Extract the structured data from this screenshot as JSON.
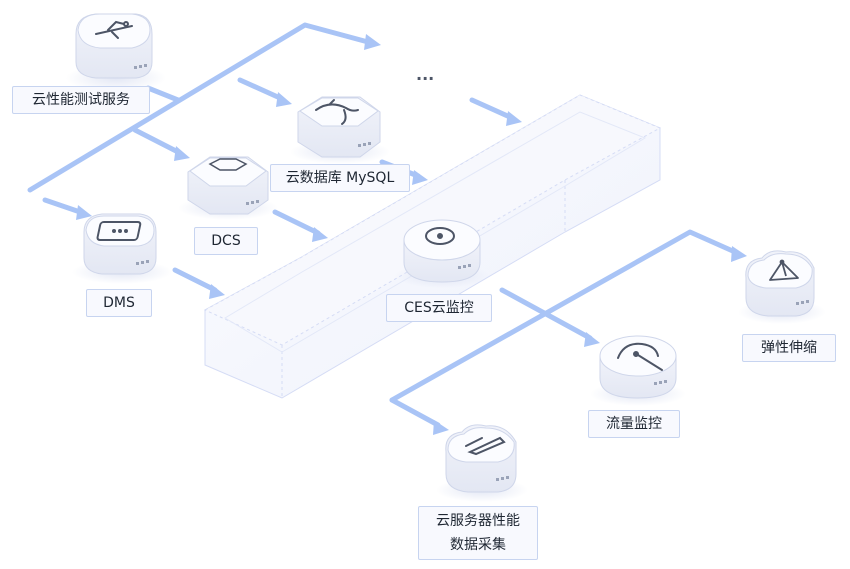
{
  "nodes": {
    "perf_test": {
      "label": "云性能测试服务",
      "icon": "usb-icon"
    },
    "mysql": {
      "label": "云数据库 MySQL",
      "icon": "dolphin-icon"
    },
    "dcs": {
      "label": "DCS",
      "icon": "hexagon-icon"
    },
    "dms": {
      "label": "DMS",
      "icon": "message-box-icon"
    },
    "ces": {
      "label": "CES云监控",
      "icon": "gauge-icon"
    },
    "traffic": {
      "label": "流量监控",
      "icon": "dial-icon"
    },
    "autoscale": {
      "label": "弹性伸缩",
      "icon": "scale-triangle-icon"
    },
    "collect": {
      "label_line1": "云服务器性能",
      "label_line2": "数据采集",
      "icon": "pen-icon"
    }
  },
  "more_indicator": "...",
  "colors": {
    "connector": "#a9c4f6",
    "label_border": "#c7d4f0",
    "label_bg": "#f8f9fe",
    "platform_edge": "#d5dcf5",
    "tile_top": "#f7f8fd",
    "tile_side": "#e6e9f5",
    "icon_stroke": "#4d5566"
  }
}
